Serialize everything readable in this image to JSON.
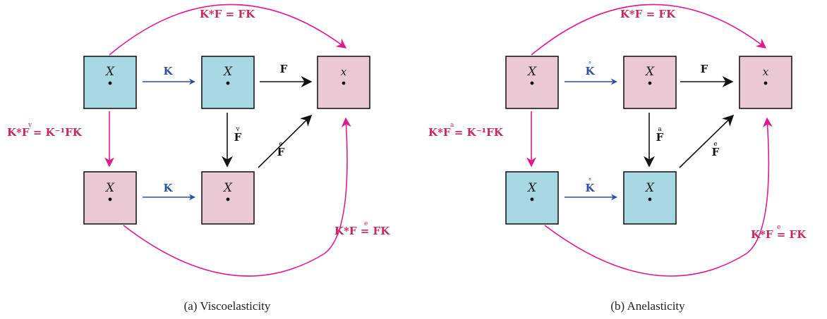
{
  "colors": {
    "blue_box": "#a8d8e4",
    "pink_box": "#ebc9d4",
    "blue_arrow": "#2e4fa3",
    "black_arrow": "#111111",
    "magenta_arrow": "#e0198c",
    "magenta_label": "#c8285a"
  },
  "panels": [
    {
      "caption": "(a) Viscoelasticity",
      "nodes": {
        "top_left": {
          "label": "X",
          "color": "blue"
        },
        "top_mid": {
          "label": "X",
          "color": "blue"
        },
        "top_right": {
          "label": "x",
          "color": "pink"
        },
        "bottom_left": {
          "label": "X",
          "color": "pink"
        },
        "bottom_mid": {
          "label": "X",
          "color": "pink"
        }
      },
      "labels": {
        "k_top": "K",
        "k_bottom": "K",
        "f_top": "F",
        "f_vert": "F",
        "f_vert_accent": "v",
        "f_diag": "F",
        "f_diag_accent": "e",
        "top_curve": "K*F = FK",
        "left_relation": "K*F = K⁻¹FK",
        "left_relation_accent": "v",
        "bottom_curve": "K*F = FK",
        "bottom_curve_accent": "e"
      }
    },
    {
      "caption": "(b) Anelasticity",
      "nodes": {
        "top_left": {
          "label": "X",
          "color": "pink"
        },
        "top_mid": {
          "label": "X",
          "color": "pink"
        },
        "top_right": {
          "label": "x",
          "color": "pink"
        },
        "bottom_left": {
          "label": "X",
          "color": "blue"
        },
        "bottom_mid": {
          "label": "X",
          "color": "blue"
        }
      },
      "labels": {
        "k_top": "K",
        "k_bottom": "K",
        "k_accent": "°",
        "f_top": "F",
        "f_vert": "F",
        "f_vert_accent": "a",
        "f_diag": "F",
        "f_diag_accent": "e",
        "top_curve": "K*F = FK",
        "left_relation": "K*F = K⁻¹FK",
        "left_relation_accent": "a",
        "bottom_curve": "K*F = FK",
        "bottom_curve_accent": "e"
      }
    }
  ]
}
